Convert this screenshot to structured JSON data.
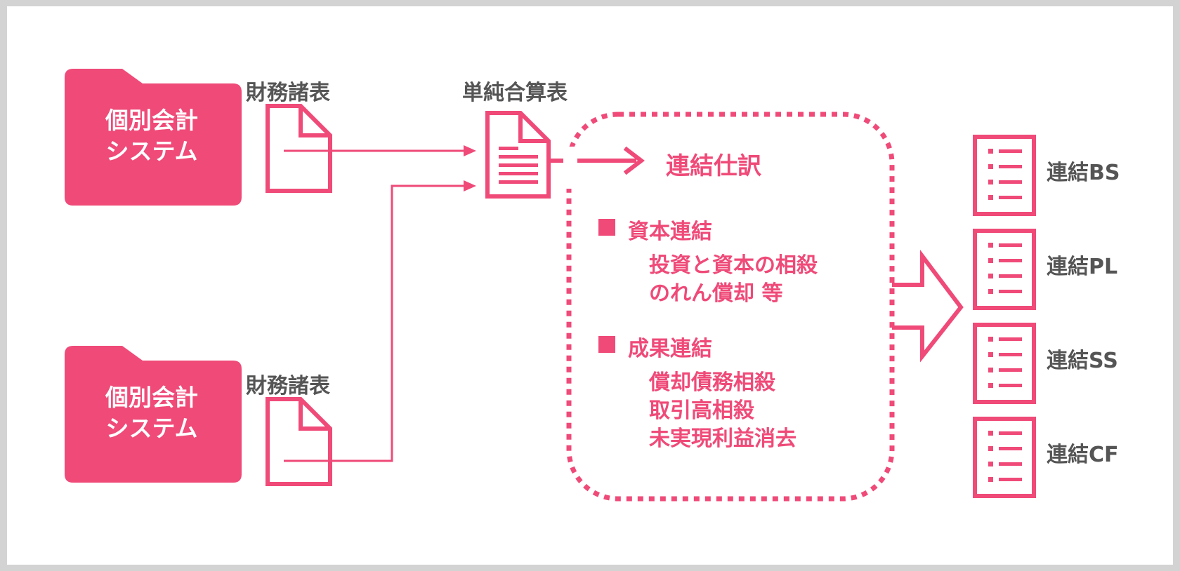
{
  "colors": {
    "accent": "#ef4a78",
    "text_dark": "#555555",
    "white": "#ffffff"
  },
  "systems": [
    {
      "label_line1": "個別会計",
      "label_line2": "システム",
      "doc_label": "財務諸表",
      "icon": "folder-icon"
    },
    {
      "label_line1": "個別会計",
      "label_line2": "システム",
      "doc_label": "財務諸表",
      "icon": "folder-icon"
    }
  ],
  "combined": {
    "label": "単純合算表",
    "icon": "document-lines-icon"
  },
  "process": {
    "title": "連結仕訳",
    "sections": [
      {
        "heading": "資本連結",
        "items": [
          "投資と資本の相殺",
          "のれん償却 等"
        ]
      },
      {
        "heading": "成果連結",
        "items": [
          "償却債務相殺",
          "取引高相殺",
          "未実現利益消去"
        ]
      }
    ]
  },
  "outputs": [
    {
      "label": "連結BS",
      "icon": "list-document-icon"
    },
    {
      "label": "連結PL",
      "icon": "list-document-icon"
    },
    {
      "label": "連結SS",
      "icon": "list-document-icon"
    },
    {
      "label": "連結CF",
      "icon": "list-document-icon"
    }
  ]
}
